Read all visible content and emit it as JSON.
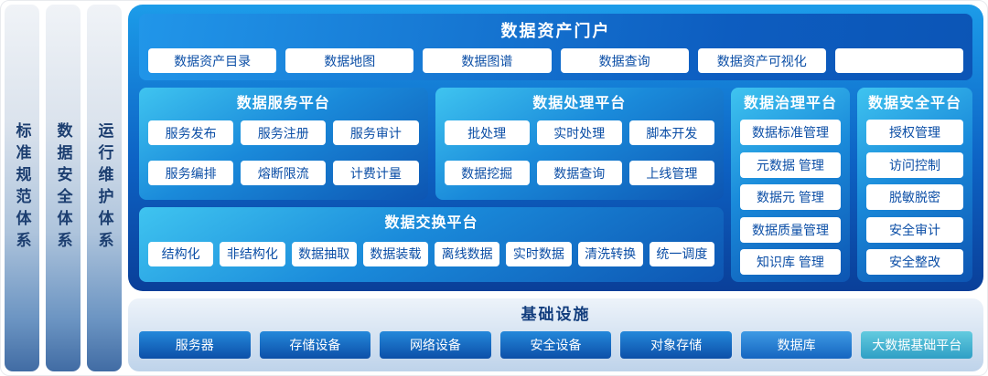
{
  "side_bars": [
    "标准规范体系",
    "数据安全体系",
    "运行维护体系"
  ],
  "portal": {
    "title": "数据资产门户",
    "items": [
      "数据资产目录",
      "数据地图",
      "数据图谱",
      "数据查询",
      "数据资产可视化",
      ""
    ]
  },
  "service_platform": {
    "title": "数据服务平台",
    "rows": [
      [
        "服务发布",
        "服务注册",
        "服务审计"
      ],
      [
        "服务编排",
        "熔断限流",
        "计费计量"
      ]
    ]
  },
  "processing_platform": {
    "title": "数据处理平台",
    "rows": [
      [
        "批处理",
        "实时处理",
        "脚本开发"
      ],
      [
        "数据挖掘",
        "数据查询",
        "上线管理"
      ]
    ]
  },
  "governance_platform": {
    "title": "数据治理平台",
    "items": [
      "数据标准管理",
      "元数据 管理",
      "数据元 管理",
      "数据质量管理",
      "知识库 管理"
    ]
  },
  "security_platform": {
    "title": "数据安全平台",
    "items": [
      "授权管理",
      "访问控制",
      "脱敏脱密",
      "安全审计",
      "安全整改"
    ]
  },
  "exchange_platform": {
    "title": "数据交换平台",
    "items": [
      "结构化",
      "非结构化",
      "数据抽取",
      "数据装载",
      "离线数据",
      "实时数据",
      "清洗转换",
      "统一调度"
    ]
  },
  "infrastructure": {
    "title": "基础设施",
    "items": [
      "服务器",
      "存储设备",
      "网络设备",
      "安全设备",
      "对象存储",
      "数据库",
      "大数据基础平台"
    ]
  },
  "colors": {
    "container_blue_top": "#1c9ce9",
    "container_blue_bottom": "#0a3f99",
    "panel_cyan": "#3fc4f0",
    "panel_blue": "#0d55b2",
    "chip_text_blue": "#0b4ea6",
    "infra_button_blue": "#0c4fa8",
    "infra_button_cyan": "#2f9fc5",
    "pillar_text": "#1c3e70"
  }
}
